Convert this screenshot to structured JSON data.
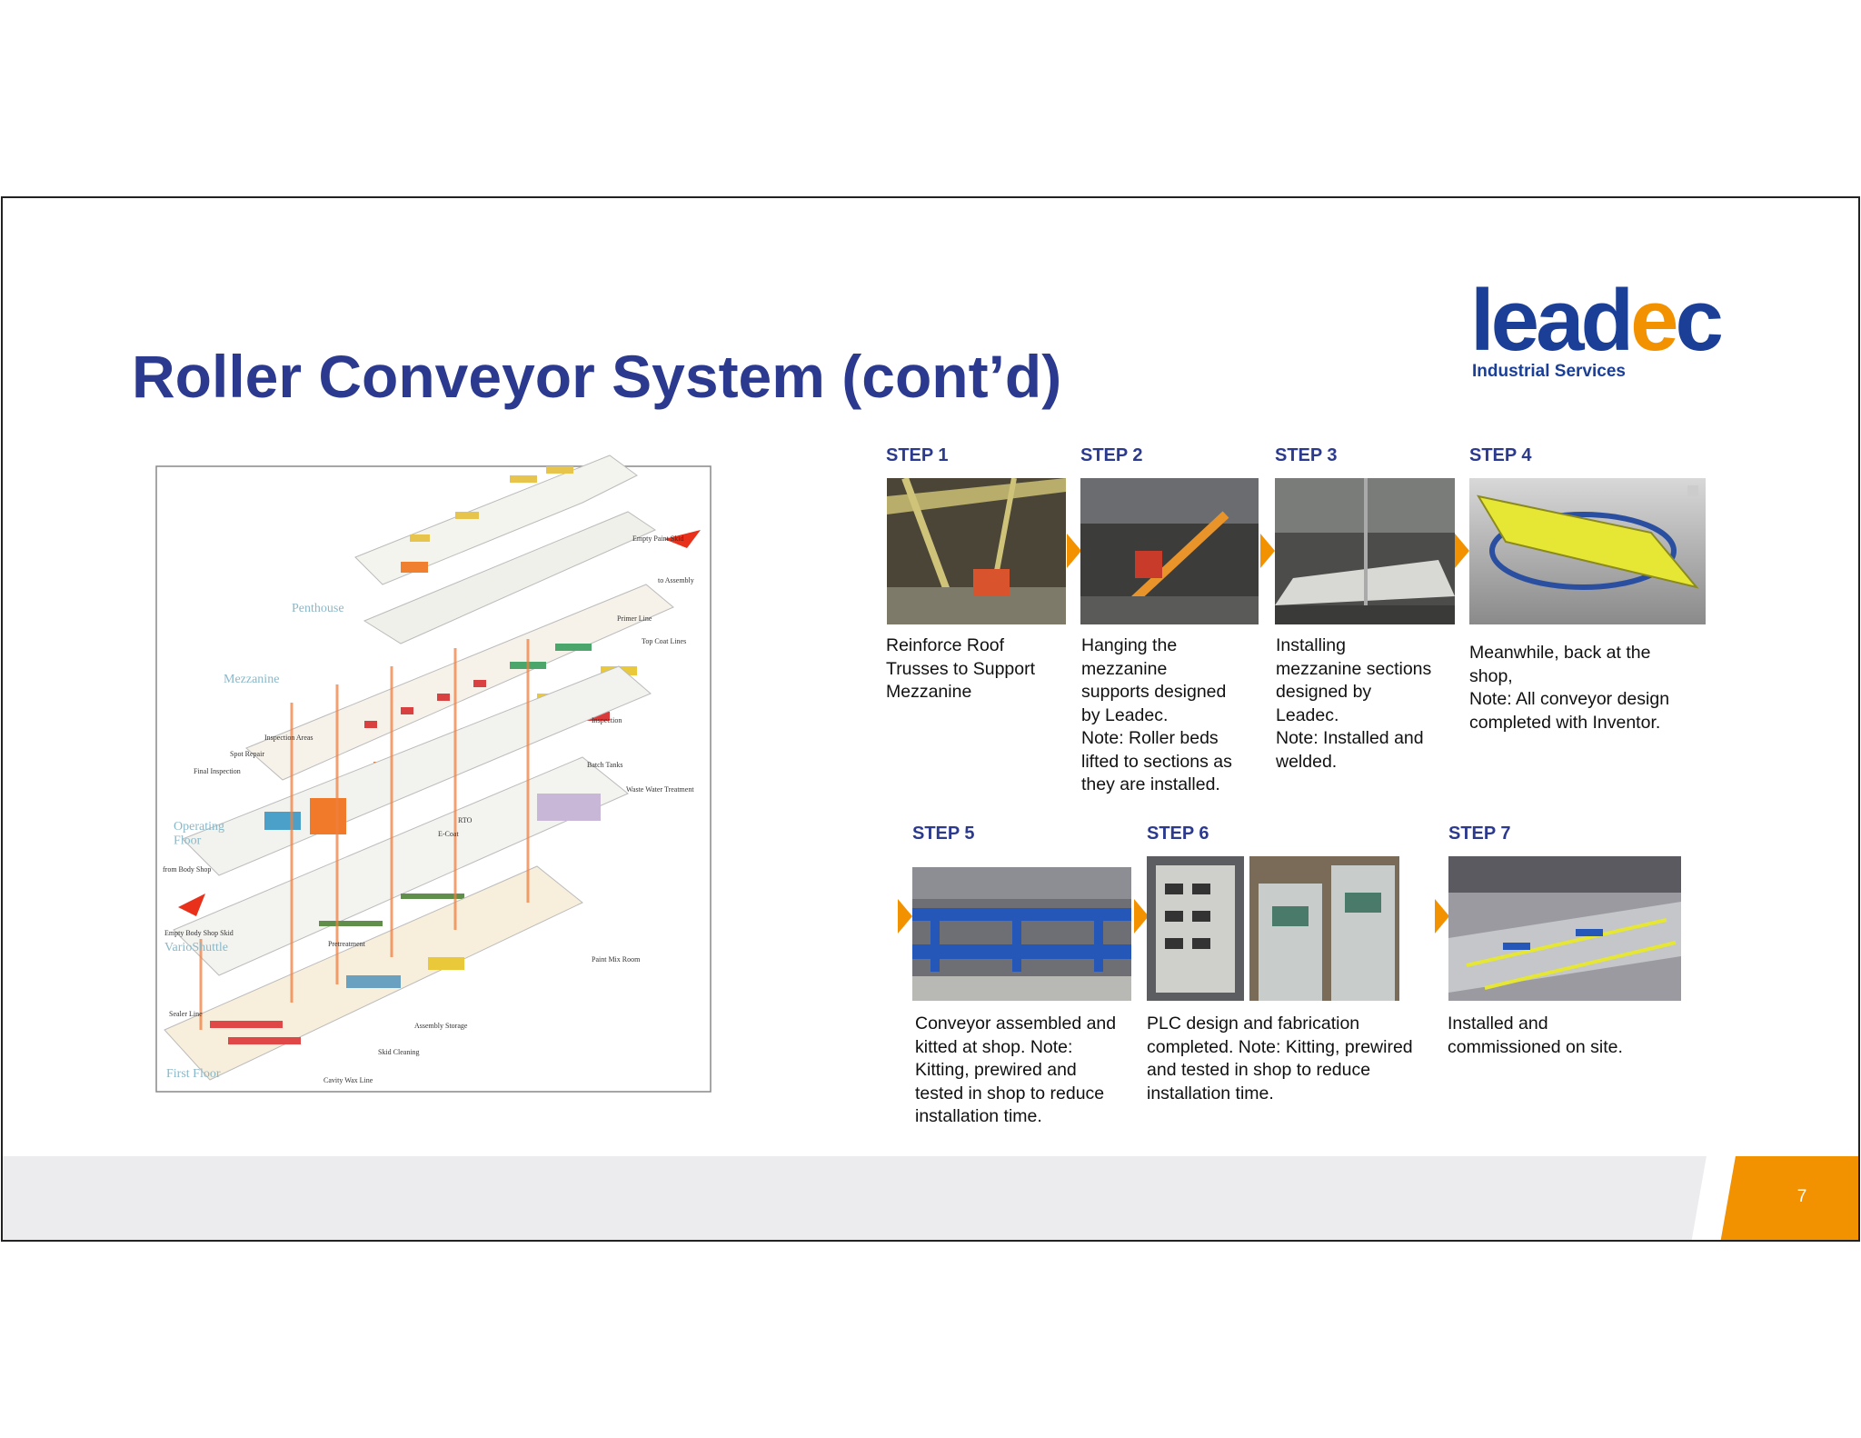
{
  "slide": {
    "title": "Roller Conveyor System (cont’d)",
    "page_number": "7"
  },
  "logo": {
    "word": "leadec",
    "tagline": "Industrial Services",
    "colors": {
      "blue": "#1b3f97",
      "orange": "#f39200"
    }
  },
  "diagram": {
    "labels": {
      "penthouse": "Penthouse",
      "mezzanine": "Mezzanine",
      "operating_floor": "Operating\nFloor",
      "vario_shuttle": "VarioShuttle",
      "first_floor": "First Floor",
      "empty_paint_skid": "Empty Paint Skid",
      "to_assembly": "to Assembly",
      "primer_line": "Primer Line",
      "top_coat_lines": "Top Coat Lines",
      "inspection": "Inspection",
      "inspection_areas": "Inspection Areas",
      "spot_repair": "Spot Repair",
      "final_inspection": "Final Inspection",
      "batch_tanks": "Batch Tanks",
      "waste_water": "Waste Water Treatment",
      "rto": "RTO",
      "ecoat": "E-Coat",
      "from_body_shop": "from Body Shop",
      "empty_body_shop_skid": "Empty Body Shop Skid",
      "pretreatment": "Pretreatment",
      "paint_mix_room": "Paint Mix Room",
      "sealer_line": "Sealer Line",
      "assembly_storage": "Assembly Storage",
      "skid_cleaning": "Skid Cleaning",
      "cavity_wax_line": "Cavity Wax Line"
    }
  },
  "steps": [
    {
      "label": "STEP 1",
      "text": "Reinforce Roof\nTrusses to Support\nMezzanine"
    },
    {
      "label": "STEP 2",
      "text": "Hanging the\nmezzanine\nsupports designed\nby Leadec.\nNote: Roller beds\nlifted to sections as\nthey are installed."
    },
    {
      "label": "STEP 3",
      "text": "Installing\nmezzanine sections\ndesigned by\nLeadec.\nNote:  Installed and\nwelded."
    },
    {
      "label": "STEP 4",
      "text": "Meanwhile, back at the\nshop,\nNote: All conveyor design\ncompleted with Inventor."
    },
    {
      "label": "STEP 5",
      "text": "Conveyor assembled and\nkitted at shop.  Note:\nKitting, prewired and\ntested in shop to reduce\ninstallation time."
    },
    {
      "label": "STEP 6",
      "text": "PLC design and fabrication\ncompleted. Note: Kitting, prewired\nand tested in shop to reduce\ninstallation time."
    },
    {
      "label": "STEP 7",
      "text": "Installed and\ncommissioned on site."
    }
  ]
}
